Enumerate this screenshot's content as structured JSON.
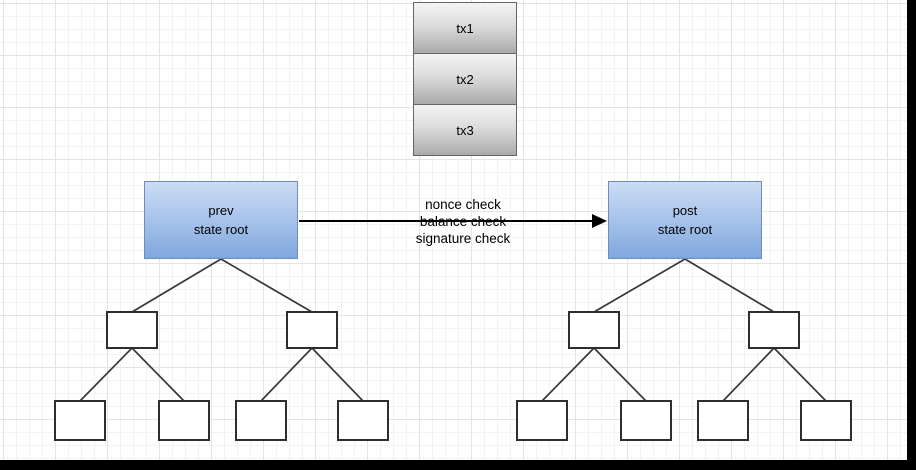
{
  "diagram": {
    "transactions": [
      {
        "label": "tx1"
      },
      {
        "label": "tx2"
      },
      {
        "label": "tx3"
      }
    ],
    "prev_state_root": {
      "label": "prev\nstate root"
    },
    "post_state_root": {
      "label": "post\nstate root"
    },
    "transition_arrow": {
      "labels": [
        "nonce check",
        "balance check",
        "signature check"
      ]
    },
    "colors": {
      "background": "#ffffff",
      "grid_minor": "#f3f3f3",
      "grid_major": "#e4e4e4",
      "tx_fill_top": "#f4f4f4",
      "tx_fill_bottom": "#aaaaaa",
      "tx_border": "#666666",
      "state_fill_top": "#cbdcf3",
      "state_fill_bottom": "#80a7de",
      "state_border": "#6c8ebf",
      "tree_node_fill": "#ffffff",
      "tree_node_border": "#2e2e2e",
      "connector": "#383838",
      "arrow": "#000000",
      "window_edge": "#000000"
    }
  }
}
